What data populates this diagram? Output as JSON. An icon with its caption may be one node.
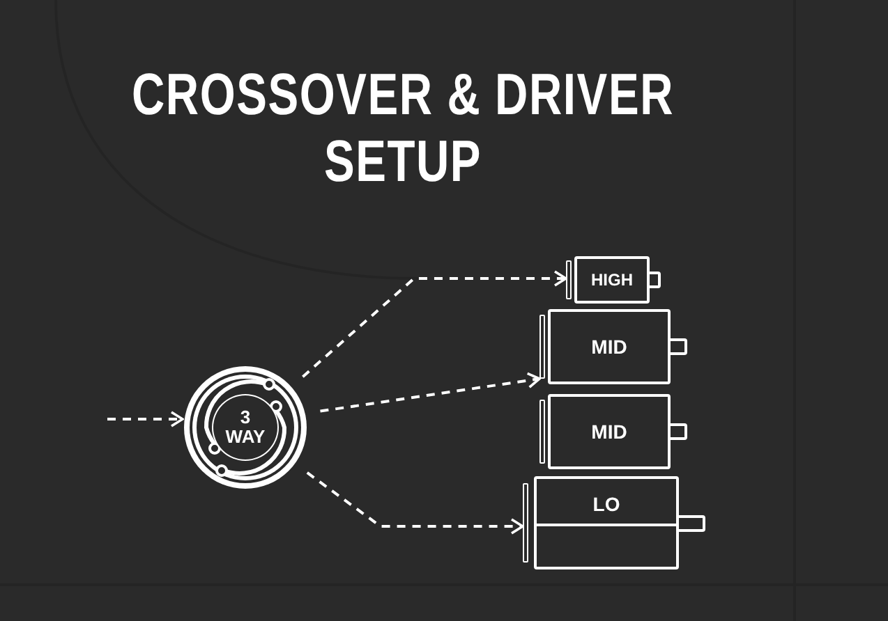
{
  "diagram": {
    "title": "CROSSOVER & DRIVER SETUP",
    "nodes": [
      {
        "text": [
          "3 WAY"
        ]
      },
      {
        "text": [
          "HIGH"
        ]
      },
      {
        "text": [
          "MID"
        ]
      },
      {
        "text": [
          "MID"
        ]
      },
      {
        "text": [
          "LO"
        ]
      }
    ],
    "edges": [
      {
        "from": null,
        "to": 0,
        "arrow": "to",
        "style": "dashed"
      },
      {
        "from": 0,
        "to": 1,
        "arrow": "to",
        "style": "dashed"
      },
      {
        "from": 0,
        "to": 2,
        "arrow": "to",
        "style": "dashed"
      },
      {
        "from": 0,
        "to": 4,
        "arrow": "to",
        "style": "dashed"
      }
    ]
  }
}
